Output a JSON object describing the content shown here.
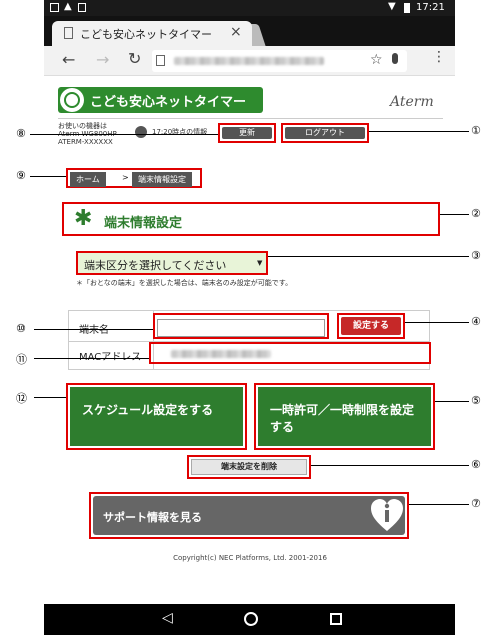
{
  "status_bar": {
    "time": "17:21"
  },
  "browser": {
    "tab_title": "こども安心ネットタイマー",
    "tab_close": "×"
  },
  "header": {
    "logo_title": "こども安心ネットタイマー",
    "brand": "Aterm",
    "device_info_line1": "お使いの機器は",
    "device_model": "Aterm WG800HP",
    "device_id": "ATERM-XXXXXX",
    "time_info": "17:20時点の情報",
    "refresh_button": "更新",
    "logout_button": "ログアウト"
  },
  "breadcrumb": {
    "home": "ホーム",
    "separator": ">",
    "current": "端末情報設定"
  },
  "page_title": "端末情報設定",
  "device_type_select": {
    "selected": "端末区分を選択してください",
    "note": "＊「おとなの端末」を選択した場合は、端末名のみ設定が可能です。"
  },
  "form": {
    "device_name_label": "端末名",
    "device_name_value": "",
    "set_button": "設定する",
    "mac_label": "MACアドレス"
  },
  "buttons": {
    "schedule": "スケジュール設定をする",
    "temporary": "一時許可／一時制限を設定する",
    "delete": "端末設定を削除",
    "support": "サポート情報を見る"
  },
  "footer": {
    "copyright": "Copyright(c) NEC Platforms, Ltd. 2001-2016"
  },
  "callouts": {
    "c1": "①",
    "c2": "②",
    "c3": "③",
    "c4": "④",
    "c5": "⑤",
    "c6": "⑥",
    "c7": "⑦",
    "c8": "⑧",
    "c9": "⑨",
    "c10": "⑩",
    "c11": "⑪",
    "c12": "⑫"
  },
  "colors": {
    "accent_green": "#2e7d2e",
    "callout_red": "#e00000",
    "grey_button": "#555555"
  }
}
